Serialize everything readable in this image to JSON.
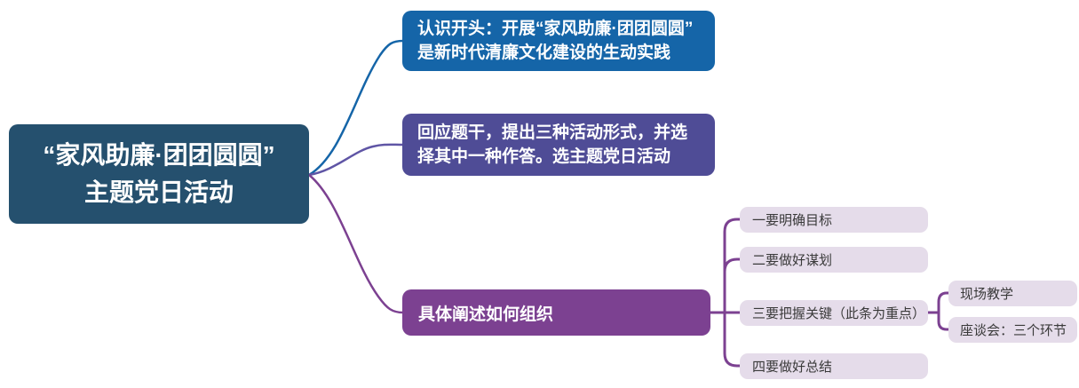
{
  "diagram_type": "mindmap",
  "colors": {
    "root_bg": "#25506E",
    "branch1_bg": "#1565A8",
    "branch2_bg": "#4F4C96",
    "branch3_bg": "#7C4191",
    "child_bg": "#E5DCEA",
    "child_text": "#3A3A3A",
    "node_text": "#FFFFFF",
    "line_blue": "#1565A8",
    "line_mid_purple": "#5F55A5",
    "line_dark_purple": "#7C4191"
  },
  "root": {
    "lines": [
      "“家风助廉·团团圆圆”",
      "主题党日活动"
    ]
  },
  "branches": [
    {
      "lines": [
        "认识开头：开展“家风助廉·团团圆圆”",
        "是新时代清廉文化建设的生动实践"
      ]
    },
    {
      "lines": [
        "回应题干，提出三种活动形式，并选",
        "择其中一种作答。选主题党日活动"
      ]
    },
    {
      "label": "具体阐述如何组织"
    }
  ],
  "children": [
    {
      "label": "一要明确目标"
    },
    {
      "label": "二要做好谋划"
    },
    {
      "label": "三要把握关键（此条为重点）"
    },
    {
      "label": "四要做好总结"
    }
  ],
  "grandchildren": [
    {
      "label": "现场教学"
    },
    {
      "label": "座谈会：三个环节"
    }
  ]
}
